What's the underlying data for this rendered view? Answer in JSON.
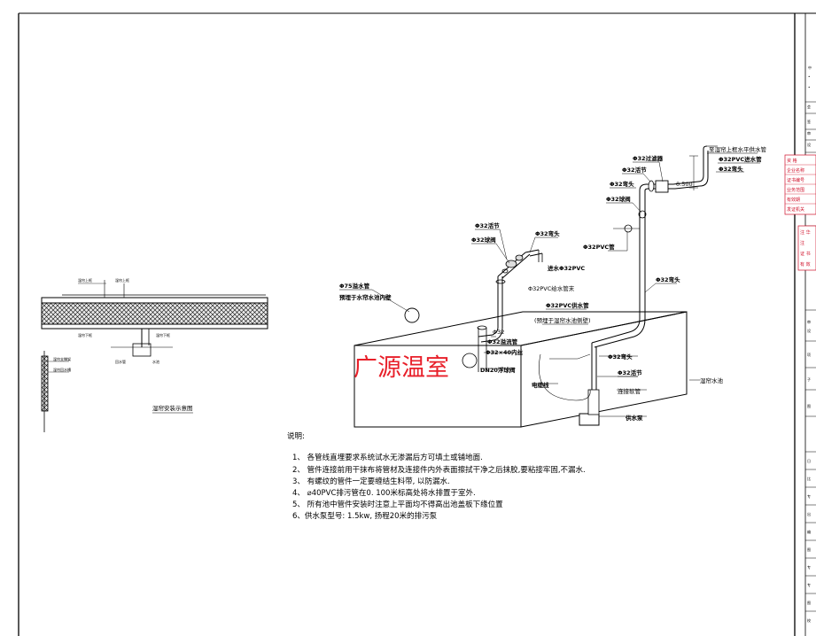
{
  "drawing": {
    "pipe_labels": {
      "to_top_frame": "至湿帘上框水平供水管",
      "pvc_inlet_32_top": "Φ32PVC进水管",
      "filter_32": "Φ32过滤器",
      "union_32_a": "Φ32活节",
      "elbow_32_a": "Φ32弯头",
      "elbow_32_b": "Φ32弯头",
      "ball_valve_32_a": "Φ32球阀",
      "pvc_pipe_32": "Φ32PVC管",
      "union_32_b": "Φ32活节",
      "ball_valve_32_b": "Φ32球阀",
      "elbow_32_c": "Φ32弯头",
      "inlet_pvc": "进水Φ32PVC",
      "pvc_feed_end": "Φ32PVC给水管末",
      "drain_75": "Φ75溢水管",
      "drain_75_note": "预埋于水帘水池内壁",
      "elbow_32_d": "Φ32弯头",
      "pvc_supply_32": "Φ32PVC供水管",
      "pvc_supply_note": "(预埋于湿帘水池侧壁)",
      "elbow_small": "Φ32",
      "overflow_pipe": "Φ32溢流管",
      "reducer": "Φ32×40内丝",
      "float_valve": "DN20浮球阀",
      "cable": "电缆线",
      "elbow_32_e": "Φ32弯头",
      "union_32_c": "Φ32活节",
      "hose": "连接软管",
      "pool": "湿帘水池",
      "pump": "供水泵",
      "dim_height": "0.500"
    },
    "left_view": {
      "caption": "湿帘安装示意图",
      "label_top_left": "湿帘上框",
      "label_top_right": "湿帘上框",
      "label_bot_left": "湿帘下框",
      "label_bot_right": "湿帘下框",
      "label_side": "湿帘支撑架",
      "label_side2": "湿帘回水槽",
      "label_pipe": "回水管",
      "label_pool": "水池"
    },
    "watermark": "广源温室"
  },
  "notes": {
    "title": "说明:",
    "items": [
      "1、 各管线直埋要求系统试水无渗漏后方可填土或铺地面.",
      "2、 管件连接前用干抹布将管材及连接件内外表面擦拭干净之后抹胶,要粘接牢固,不漏水.",
      "3、 有螺纹的管件一定要缠结生料带, 以防漏水.",
      "4、 ⌀40PVC排污管在0. 100米标高处将水排置于室外.",
      "5、 所有池中管件安装时注意上平面均不得高出池盖板下缘位置",
      "6、供水泵型号: 1.5kw, 扬程20米的排污泵"
    ]
  },
  "title_block": {
    "row_labels": [
      "中",
      "•",
      "•",
      "会",
      "签",
      "审",
      "设",
      "审",
      "设",
      "项",
      "子",
      "图",
      "日",
      "比",
      "专",
      "出",
      "编",
      "图",
      "专",
      "专",
      "图",
      "校"
    ],
    "stamp_lines": [
      "资 格",
      "企业名称",
      "证书编号",
      "业务范围",
      "有效期",
      "发证机关"
    ],
    "stamp2_lines": [
      "注 华",
      "注",
      "证 书",
      "有 效"
    ]
  }
}
